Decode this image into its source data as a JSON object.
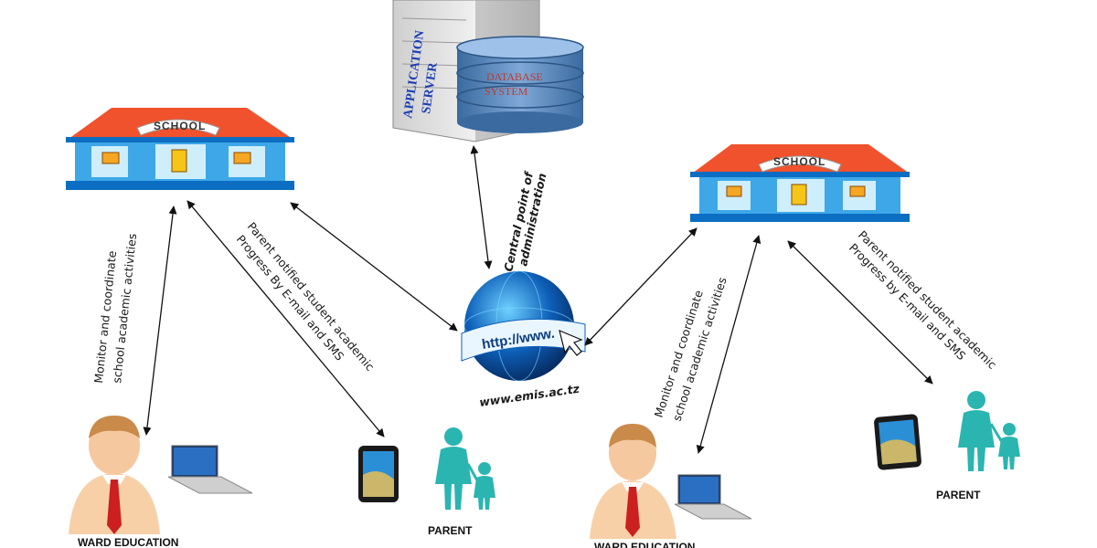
{
  "server": {
    "label_line1": "APPLICATION",
    "label_line2": "SERVER"
  },
  "database": {
    "label_line1": "DATABASE",
    "label_line2": "SYSTEM"
  },
  "schools": [
    {
      "sign": "SCHOOL"
    },
    {
      "sign": "SCHOOL"
    }
  ],
  "globe": {
    "url_text": "http://www.",
    "site": "www.emis.ac.tz"
  },
  "edge_labels": {
    "central": [
      "Central point of",
      "administration"
    ],
    "monitor_left": [
      "Monitor and coordinate",
      "school academic activities"
    ],
    "parent_left": [
      "Parent notified student academic",
      "Progress  By  E-mail and SMS"
    ],
    "monitor_right": [
      "Monitor and coordinate",
      "school academic activities"
    ],
    "parent_right": [
      "Parent notified student academic",
      "Progress by E-mail and SMS"
    ]
  },
  "nodes": {
    "ward_left": "WARD EDUCATION",
    "parent_left": "PARENT",
    "ward_right": "WARD EDUCATION",
    "parent_right": "PARENT"
  },
  "colors": {
    "roof": "#f0522d",
    "building": "#3da7e8",
    "building_light": "#cfeefc",
    "server": "#e4e4e4",
    "database": "#4a7fb8",
    "globe": "#0a4f9e",
    "person_teal": "#2bb5b0",
    "officer_skin": "#f6c89f",
    "officer_shirt": "#f7d0a8",
    "tie": "#cc1f1f"
  }
}
